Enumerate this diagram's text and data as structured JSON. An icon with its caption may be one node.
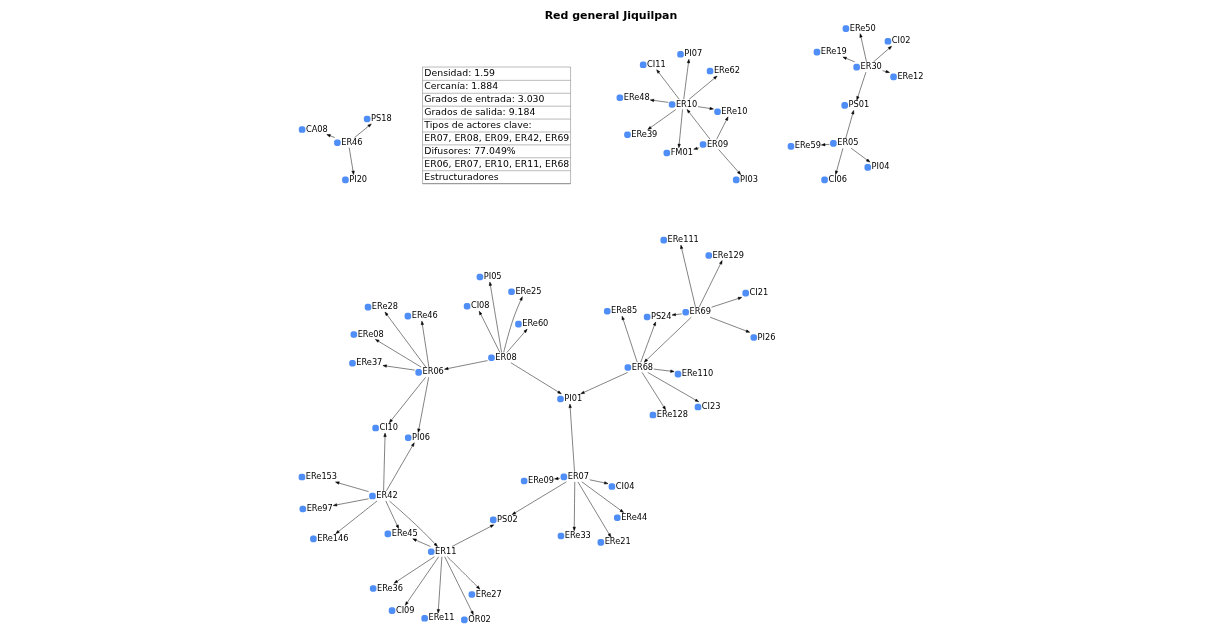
{
  "diagram": {
    "title": "Red general Jiquilpan",
    "nodes": [
      {
        "text": [
          "ERe48"
        ]
      },
      {
        "text": [
          "ERe62"
        ]
      },
      {
        "text": [
          "ERe39"
        ]
      },
      {
        "text": [
          "CI11"
        ]
      },
      {
        "text": [
          "ERe19"
        ]
      },
      {
        "text": [
          "ERe50"
        ]
      },
      {
        "text": [
          "PI07"
        ]
      },
      {
        "text": [
          "ERe12"
        ]
      },
      {
        "text": [
          "ER10"
        ]
      },
      {
        "text": [
          "FM01"
        ]
      },
      {
        "text": [
          "PI03"
        ]
      },
      {
        "text": [
          "ER30"
        ]
      },
      {
        "text": [
          "PI04"
        ]
      },
      {
        "text": [
          "PS01"
        ]
      },
      {
        "text": [
          "CA08"
        ]
      },
      {
        "text": [
          "PS18"
        ]
      },
      {
        "text": [
          "ERe59"
        ]
      },
      {
        "text": [
          "ERe10"
        ]
      },
      {
        "text": [
          "ER09"
        ]
      },
      {
        "text": [
          "CI02"
        ]
      },
      {
        "text": [
          "PI20"
        ]
      },
      {
        "text": [
          "CI06"
        ]
      },
      {
        "text": [
          "ER05"
        ]
      },
      {
        "text": [
          "ERe33"
        ]
      },
      {
        "text": [
          "CI04"
        ]
      },
      {
        "text": [
          "ERe21"
        ]
      },
      {
        "text": [
          "PS24"
        ]
      },
      {
        "text": [
          "ER46"
        ]
      },
      {
        "text": [
          "PI26"
        ]
      },
      {
        "text": [
          "PS02"
        ]
      },
      {
        "text": [
          "ERe11"
        ]
      },
      {
        "text": [
          "ERe27"
        ]
      },
      {
        "text": [
          "OR02"
        ]
      },
      {
        "text": [
          "ERe44"
        ]
      },
      {
        "text": [
          "CI23"
        ]
      },
      {
        "text": [
          "CI09"
        ]
      },
      {
        "text": [
          "ER07"
        ]
      },
      {
        "text": [
          "ERe110"
        ]
      },
      {
        "text": [
          "ERe129"
        ]
      },
      {
        "text": [
          "PI06"
        ]
      },
      {
        "text": [
          "ER11"
        ]
      },
      {
        "text": [
          "ERe36"
        ]
      },
      {
        "text": [
          "ERe09"
        ]
      },
      {
        "text": [
          "ERe45"
        ]
      },
      {
        "text": [
          "ER68"
        ]
      },
      {
        "text": [
          "ERe146"
        ]
      },
      {
        "text": [
          "PI01"
        ]
      },
      {
        "text": [
          "ER69"
        ]
      },
      {
        "text": [
          "ERe111"
        ]
      },
      {
        "text": [
          "ER06"
        ]
      },
      {
        "text": [
          "ER42"
        ]
      },
      {
        "text": [
          "ERe97"
        ]
      },
      {
        "text": [
          "ERe128"
        ]
      },
      {
        "text": [
          "ER08"
        ]
      },
      {
        "text": [
          "ERe85"
        ]
      },
      {
        "text": [
          "ERe25"
        ]
      },
      {
        "text": [
          "CI10"
        ]
      },
      {
        "text": [
          "ERe153"
        ]
      },
      {
        "text": [
          "CI21"
        ]
      },
      {
        "text": [
          "ERe60"
        ]
      },
      {
        "text": [
          "ERe46"
        ]
      },
      {
        "text": [
          "PI05"
        ]
      },
      {
        "text": [
          "ERe37"
        ]
      },
      {
        "text": [
          "CI08"
        ]
      },
      {
        "text": [
          "ERe28"
        ]
      },
      {
        "text": [
          "ERe08"
        ]
      }
    ],
    "edges": [
      {
        "from": 8,
        "to": 1,
        "arrow": "to"
      },
      {
        "from": 8,
        "to": 0,
        "arrow": "to"
      },
      {
        "from": 8,
        "to": 2,
        "arrow": "to"
      },
      {
        "from": 8,
        "to": 3,
        "arrow": "to"
      },
      {
        "from": 8,
        "to": 6,
        "arrow": "to"
      },
      {
        "from": 8,
        "to": 9,
        "arrow": "to"
      },
      {
        "from": 8,
        "to": 17,
        "arrow": "to"
      },
      {
        "from": 18,
        "to": 8,
        "arrow": "to"
      },
      {
        "from": 18,
        "to": 10,
        "arrow": "to"
      },
      {
        "from": 18,
        "to": 9,
        "arrow": "to"
      },
      {
        "from": 18,
        "to": 17,
        "arrow": "to"
      },
      {
        "from": 27,
        "to": 14,
        "arrow": "to"
      },
      {
        "from": 27,
        "to": 15,
        "arrow": "to"
      },
      {
        "from": 27,
        "to": 20,
        "arrow": "to"
      },
      {
        "from": 11,
        "to": 7,
        "arrow": "to"
      },
      {
        "from": 11,
        "to": 4,
        "arrow": "to"
      },
      {
        "from": 11,
        "to": 5,
        "arrow": "to"
      },
      {
        "from": 11,
        "to": 13,
        "arrow": "to"
      },
      {
        "from": 11,
        "to": 19,
        "arrow": "to"
      },
      {
        "from": 22,
        "to": 13,
        "arrow": "to"
      },
      {
        "from": 22,
        "to": 12,
        "arrow": "to"
      },
      {
        "from": 22,
        "to": 16,
        "arrow": "to"
      },
      {
        "from": 22,
        "to": 21,
        "arrow": "to"
      },
      {
        "from": 47,
        "to": 28,
        "arrow": "to"
      },
      {
        "from": 47,
        "to": 26,
        "arrow": "to"
      },
      {
        "from": 47,
        "to": 38,
        "arrow": "to"
      },
      {
        "from": 47,
        "to": 44,
        "arrow": "to"
      },
      {
        "from": 47,
        "to": 48,
        "arrow": "to"
      },
      {
        "from": 47,
        "to": 58,
        "arrow": "to"
      },
      {
        "from": 44,
        "to": 26,
        "arrow": "to"
      },
      {
        "from": 44,
        "to": 34,
        "arrow": "to"
      },
      {
        "from": 44,
        "to": 37,
        "arrow": "to"
      },
      {
        "from": 44,
        "to": 52,
        "arrow": "to"
      },
      {
        "from": 44,
        "to": 54,
        "arrow": "to"
      },
      {
        "from": 44,
        "to": 46,
        "arrow": "to"
      },
      {
        "from": 36,
        "to": 24,
        "arrow": "to"
      },
      {
        "from": 36,
        "to": 33,
        "arrow": "to"
      },
      {
        "from": 36,
        "to": 23,
        "arrow": "to"
      },
      {
        "from": 36,
        "to": 25,
        "arrow": "to"
      },
      {
        "from": 36,
        "to": 29,
        "arrow": "to"
      },
      {
        "from": 36,
        "to": 42,
        "arrow": "to"
      },
      {
        "from": 36,
        "to": 46,
        "arrow": "to"
      },
      {
        "from": 53,
        "to": 46,
        "arrow": "to"
      },
      {
        "from": 53,
        "to": 49,
        "arrow": "to"
      },
      {
        "from": 53,
        "to": 55,
        "arrow": "to"
      },
      {
        "from": 53,
        "to": 61,
        "arrow": "to"
      },
      {
        "from": 53,
        "to": 63,
        "arrow": "to"
      },
      {
        "from": 53,
        "to": 59,
        "arrow": "to"
      },
      {
        "from": 49,
        "to": 39,
        "arrow": "to"
      },
      {
        "from": 49,
        "to": 56,
        "arrow": "to"
      },
      {
        "from": 49,
        "to": 60,
        "arrow": "to"
      },
      {
        "from": 49,
        "to": 62,
        "arrow": "to"
      },
      {
        "from": 49,
        "to": 65,
        "arrow": "to"
      },
      {
        "from": 49,
        "to": 64,
        "arrow": "to"
      },
      {
        "from": 40,
        "to": 29,
        "arrow": "to"
      },
      {
        "from": 40,
        "to": 30,
        "arrow": "to"
      },
      {
        "from": 40,
        "to": 31,
        "arrow": "to"
      },
      {
        "from": 40,
        "to": 32,
        "arrow": "to"
      },
      {
        "from": 40,
        "to": 35,
        "arrow": "to"
      },
      {
        "from": 40,
        "to": 41,
        "arrow": "to"
      },
      {
        "from": 40,
        "to": 43,
        "arrow": "to"
      },
      {
        "from": 50,
        "to": 40,
        "arrow": "to"
      },
      {
        "from": 50,
        "to": 39,
        "arrow": "to"
      },
      {
        "from": 50,
        "to": 43,
        "arrow": "to"
      },
      {
        "from": 50,
        "to": 45,
        "arrow": "to"
      },
      {
        "from": 50,
        "to": 51,
        "arrow": "to"
      },
      {
        "from": 50,
        "to": 57,
        "arrow": "to"
      },
      {
        "from": 50,
        "to": 56,
        "arrow": "to"
      }
    ],
    "labels": [
      "Densidad: 1.59",
      "Cercanía: 1.884",
      "Grados de entrada: 3.030",
      "Grados de salida: 9.184",
      "Tipos de actores clave:",
      "ER07, ER08, ER09, ER42, ER69",
      "Difusores: 77.049%",
      "ER06, ER07, ER10, ER11, ER68",
      "Estructuradores"
    ]
  }
}
